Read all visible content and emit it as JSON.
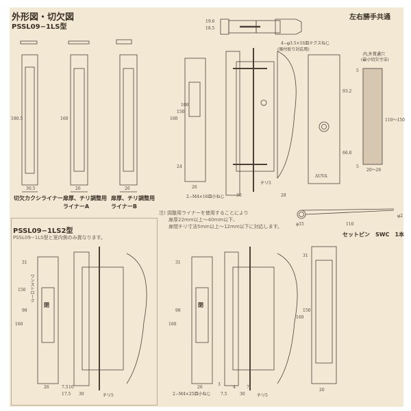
{
  "header": {
    "title": "外形図・切欠図",
    "model": "PSSL09−1LS型",
    "common_note": "左右勝手共通"
  },
  "liners": [
    {
      "label": "切欠カクシライナー",
      "width_dim": "30.5",
      "height_dim": "180.5"
    },
    {
      "label": "扉厚、チリ調整用",
      "label2": "ライナーA",
      "width_dim": "26",
      "height_dim": "160"
    },
    {
      "label": "扉厚、チリ調整用",
      "label2": "ライナーB",
      "width_dim": "26"
    }
  ],
  "top_callouts": {
    "screw": "4−φ3.5×16皿テクスねじ",
    "screw_note": "(扉付反り対応用)",
    "dim_a": "19.6",
    "dim_b": "18.5",
    "hole": "内,外貫通穴",
    "hole_note": "(最小切欠寸法)"
  },
  "side_view_dims": [
    "160",
    "150",
    "100",
    "24",
    "26",
    "30",
    "28",
    "チリ5"
  ],
  "side_screw": "2−M4×16皿小ねじ",
  "front_dims": [
    "93.2",
    "66.8",
    "110〜150",
    "20〜26",
    "5",
    "5"
  ],
  "brand": "AUVA",
  "note": {
    "prefix": "注)",
    "lines": [
      "調整用ライナーを使用することにより",
      "扉厚22mm以上〜40mm以下、",
      "扉間チリ寸法5mm以上〜12mm以下に対応します。"
    ]
  },
  "set_pin": {
    "label": "セットピン　SWC　1本",
    "dia": "φ15",
    "length": "110",
    "wire": "φ2"
  },
  "ls2": {
    "title": "PSSL09−1LS2型",
    "subtitle": "PSSL09−1LS型と室内側のみ異なります。",
    "dims": [
      "26",
      "7.5",
      "10",
      "17.5",
      "30",
      "チリ5",
      "160",
      "98",
      "31",
      "150"
    ],
    "lock_label": "閉",
    "vertical_label": "ワンストローク"
  },
  "bottom_mid": {
    "screw": "2−M4×25皿小ねじ",
    "dims": [
      "26",
      "3",
      "4",
      "7.5",
      "30",
      "7",
      "チリ5",
      "160",
      "98",
      "31"
    ],
    "lock_label": "閉"
  },
  "bottom_right": {
    "dims": [
      "26",
      "160",
      "150",
      "31"
    ]
  }
}
